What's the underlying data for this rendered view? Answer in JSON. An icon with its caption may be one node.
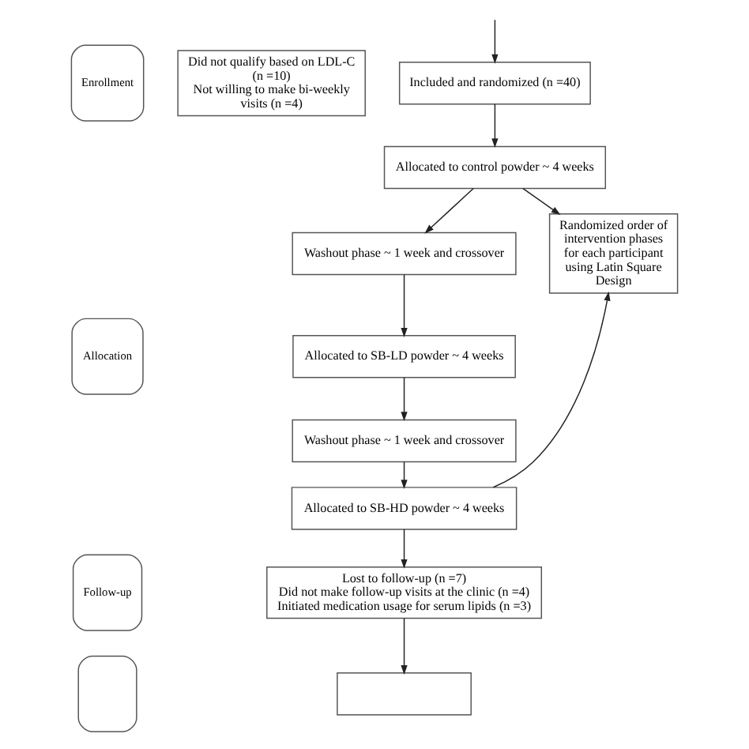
{
  "diagram": {
    "nodes": [
      {
        "text": [
          "Enrollment"
        ]
      },
      {
        "text": [
          "Did not qualify based on LDL-C (n =10)",
          "Not willing to make bi-weekly visits (n =4)"
        ]
      },
      {
        "text": [
          "Included and randomized (n =40)"
        ]
      },
      {
        "text": [
          "Allocation"
        ]
      },
      {
        "text": [
          "Allocated to control powder ~ 4 weeks"
        ]
      },
      {
        "text": [
          "Washout phase ~ 1 week and crossover"
        ]
      },
      {
        "text": [
          "Allocated to SB-LD powder ~ 4 weeks"
        ]
      },
      {
        "text": [
          "Washout phase ~ 1 week and crossover"
        ]
      },
      {
        "text": [
          "Allocated to SB-HD powder ~ 4 weeks"
        ]
      },
      {
        "text": [
          "Randomized order of intervention phases for each participant using Latin Square Design"
        ]
      },
      {
        "text": [
          "Follow-up"
        ]
      },
      {
        "text": [
          "Lost to follow-up (n =7)",
          "Did not make follow-up visits at the clinic (n =4)",
          "Initiated medication usage for serum lipids (n =3)"
        ]
      },
      {
        "text": [],
        "shape": "box"
      },
      {
        "text": [],
        "shape": "box"
      }
    ],
    "edges": [
      {
        "from": null,
        "to": 2,
        "arrow": "to"
      },
      {
        "from": 2,
        "to": 4,
        "arrow": "to"
      },
      {
        "from": 4,
        "to": 5,
        "arrow": "to"
      },
      {
        "from": 5,
        "to": 6,
        "arrow": "to"
      },
      {
        "from": 6,
        "to": 7,
        "arrow": "to"
      },
      {
        "from": 7,
        "to": 8,
        "arrow": "to"
      },
      {
        "from": 8,
        "to": 11,
        "arrow": "to"
      },
      {
        "from": 11,
        "to": 13,
        "arrow": "to"
      },
      {
        "from": 4,
        "to": 9,
        "arrow": "to"
      },
      {
        "from": 8,
        "to": 9,
        "arrow": "to"
      }
    ]
  }
}
